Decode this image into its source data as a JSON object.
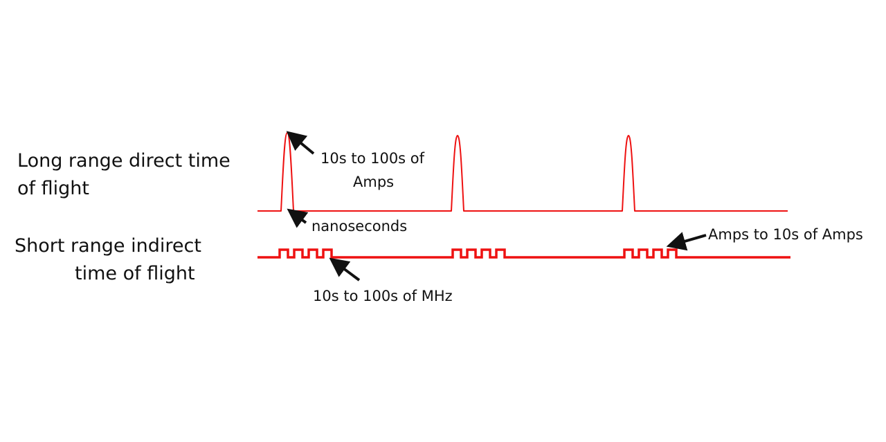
{
  "colors": {
    "waveform": "#ee1111",
    "arrow": "#111111",
    "text": "#111111",
    "background": "#ffffff"
  },
  "rows": {
    "long_range": {
      "label_line1": "Long range direct time",
      "label_line2": "of flight"
    },
    "short_range": {
      "label_line1": "Short range indirect",
      "label_line2": "time of flight"
    }
  },
  "annotations": {
    "pulse_amplitude_line1": "10s to 100s of",
    "pulse_amplitude_line2": "Amps",
    "pulse_width": "nanoseconds",
    "modulation_amplitude": "Amps to 10s of Amps",
    "modulation_frequency": "10s to 100s of MHz"
  },
  "waveforms": {
    "long_range_pulse_count": 3,
    "short_range_burst_count": 3,
    "short_range_cycles_per_burst": 4
  }
}
